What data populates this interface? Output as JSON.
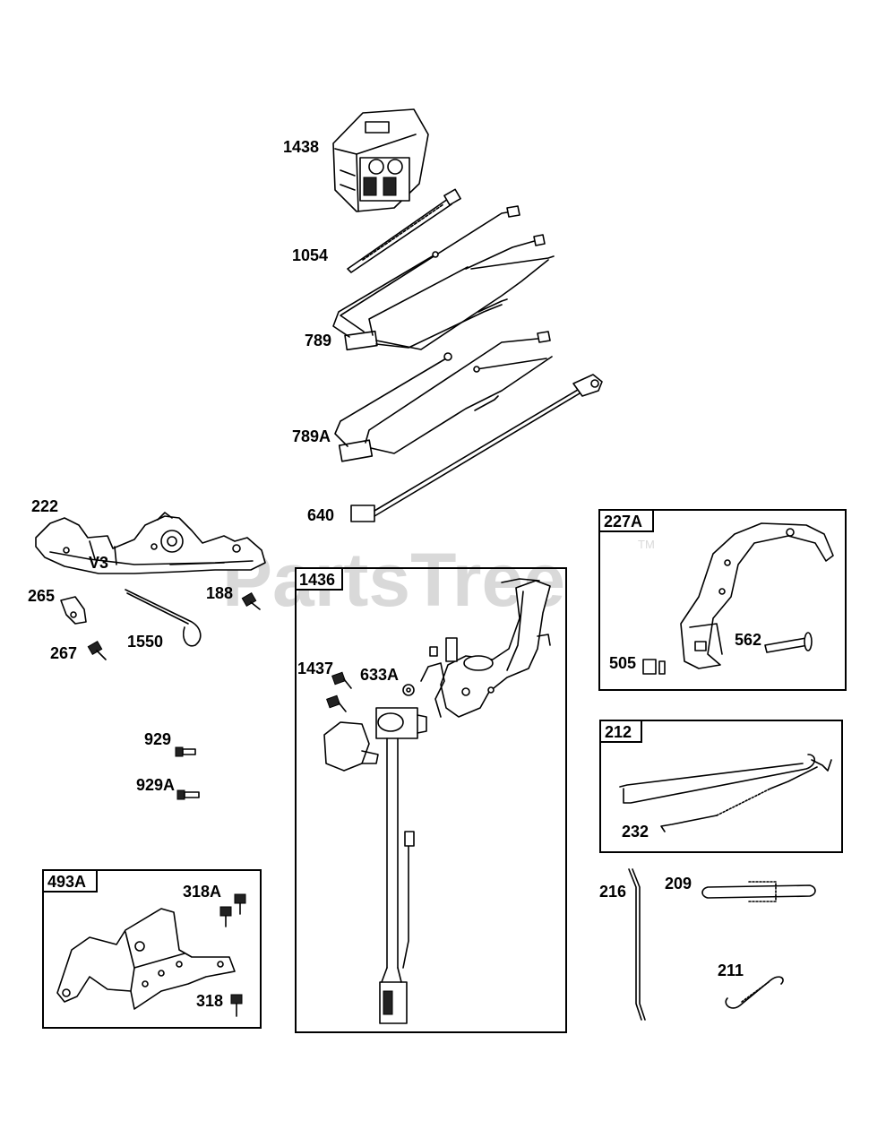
{
  "watermark": {
    "text": "PartsTree",
    "trademark": "TM"
  },
  "callouts": {
    "p1438": "1438",
    "p1054": "1054",
    "p789": "789",
    "p789a": "789A",
    "p640": "640",
    "p222": "222",
    "v3": "V3",
    "p265": "265",
    "p188": "188",
    "p1550": "1550",
    "p267": "267",
    "p929": "929",
    "p929a": "929A",
    "p318a": "318A",
    "p318": "318",
    "p1437": "1437",
    "p633a": "633A",
    "p505": "505",
    "p562": "562",
    "p232": "232",
    "p216": "216",
    "p209": "209",
    "p211": "211"
  },
  "boxes": {
    "b1436": "1436",
    "b227a": "227A",
    "b212": "212",
    "b493a": "493A"
  }
}
